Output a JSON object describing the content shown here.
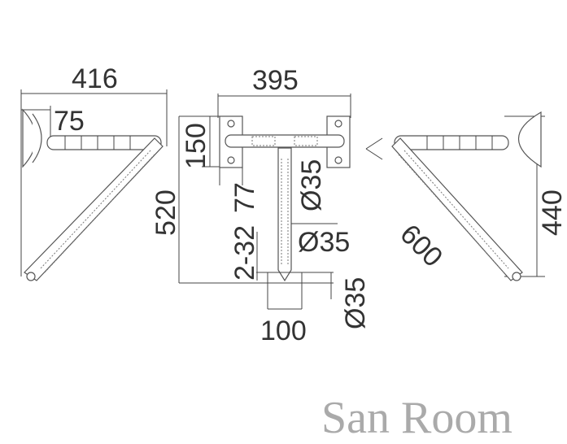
{
  "left_view": {
    "width_label": "416",
    "offset_label": "75"
  },
  "front_view": {
    "width_label": "395",
    "plate_height_label": "150",
    "total_height_label": "520",
    "plate_width_label": "77",
    "holes_label": "2-32",
    "dia_top_label": "Ø35",
    "dia_mid_label": "Ø35",
    "dia_base_label": "Ø35",
    "base_width_label": "100"
  },
  "right_view": {
    "height_label": "440",
    "length_label": "600"
  },
  "watermark": "San Room"
}
